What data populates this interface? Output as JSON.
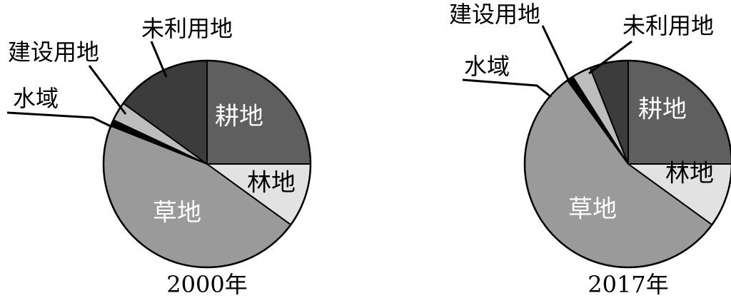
{
  "chart_data": [
    {
      "type": "pie",
      "caption": "2000年",
      "slices": [
        {
          "name": "耕地",
          "value": 25.0,
          "color": "#5f5f5f",
          "label_color": "#ffffff"
        },
        {
          "name": "林地",
          "value": 10.0,
          "color": "#e2e2e2",
          "label_color": "#000000"
        },
        {
          "name": "草地",
          "value": 46.0,
          "color": "#9a9a9a",
          "label_color": "#ffffff"
        },
        {
          "name": "水域",
          "value": 1.0,
          "color": "#000000",
          "label_color": "#000000"
        },
        {
          "name": "建设用地",
          "value": 3.0,
          "color": "#bdbdbd",
          "label_color": "#000000"
        },
        {
          "name": "未利用地",
          "value": 15.0,
          "color": "#3c3c3c",
          "label_color": "#000000"
        }
      ]
    },
    {
      "type": "pie",
      "caption": "2017年",
      "slices": [
        {
          "name": "耕地",
          "value": 25.0,
          "color": "#5f5f5f",
          "label_color": "#ffffff"
        },
        {
          "name": "林地",
          "value": 10.0,
          "color": "#e2e2e2",
          "label_color": "#000000"
        },
        {
          "name": "草地",
          "value": 55.0,
          "color": "#9a9a9a",
          "label_color": "#ffffff"
        },
        {
          "name": "水域",
          "value": 1.0,
          "color": "#000000",
          "label_color": "#000000"
        },
        {
          "name": "建设用地",
          "value": 3.0,
          "color": "#bdbdbd",
          "label_color": "#000000"
        },
        {
          "name": "未利用地",
          "value": 6.0,
          "color": "#3c3c3c",
          "label_color": "#000000"
        }
      ]
    }
  ]
}
